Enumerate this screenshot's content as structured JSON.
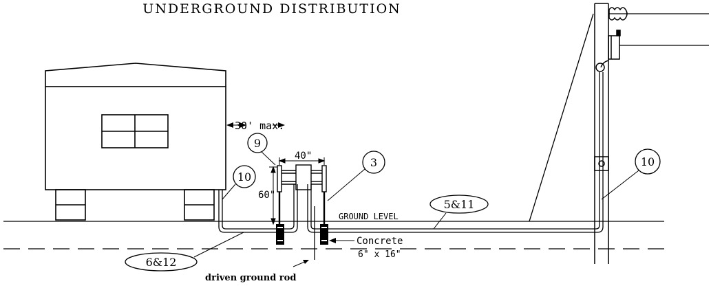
{
  "title": "UNDERGROUND DISTRIBUTION",
  "dimensions": {
    "max_distance": "30' max.",
    "post_width": "40\"",
    "post_height": "60\""
  },
  "labels": {
    "ground_level": "GROUND LEVEL",
    "concrete_line1": "Concrete",
    "concrete_line2": "6\" x 16\"",
    "driven_ground_rod": "driven ground rod"
  },
  "callouts": {
    "c9": "9",
    "c3": "3",
    "c10_left": "10",
    "c10_right": "10",
    "c5_11": "5&11",
    "c6_12": "6&12"
  }
}
